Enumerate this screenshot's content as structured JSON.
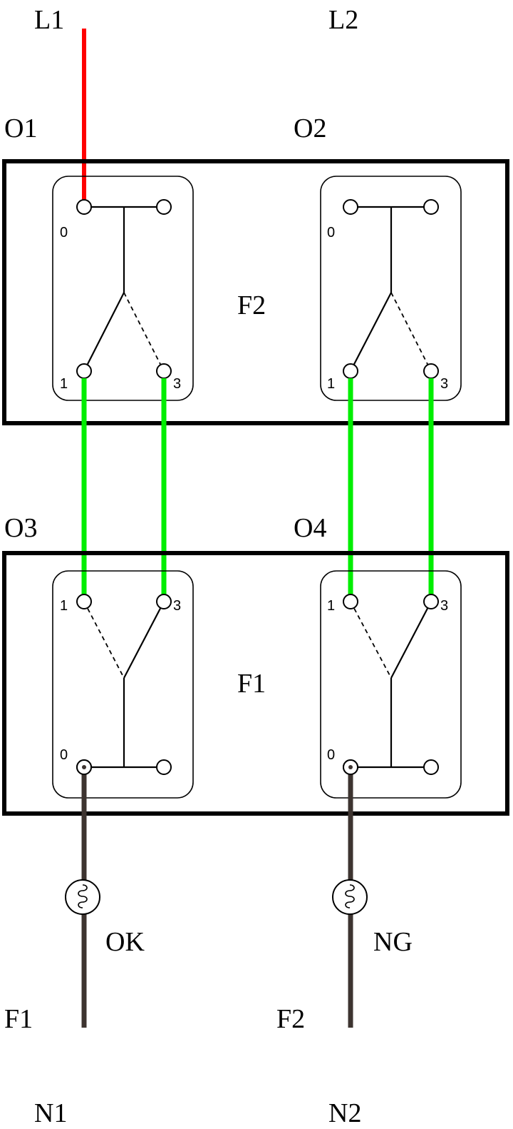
{
  "labels": {
    "l1": "L1",
    "l2": "L2",
    "o1": "O1",
    "o2": "O2",
    "o3": "O3",
    "o4": "O4",
    "upper_panel": "F2",
    "lower_panel": "F1",
    "lamp_ok": "OK",
    "lamp_ng": "NG",
    "f1_bottom": "F1",
    "f2_bottom": "F2",
    "n1": "N1",
    "n2": "N2"
  },
  "terminals": {
    "zero": "0",
    "one": "1",
    "three": "3"
  },
  "colors": {
    "line_wire": "#ff0000",
    "link_wire": "#00ee00",
    "neutral_wire": "#3d3430",
    "frame": "#000000"
  },
  "icons": [
    "lamp-icon",
    "switch-contact-icon"
  ]
}
